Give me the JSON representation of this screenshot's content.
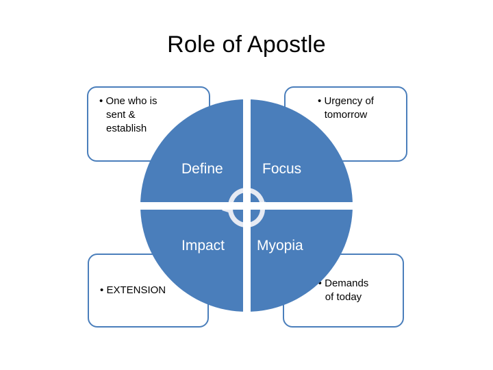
{
  "slide": {
    "title": "Role of Apostle",
    "background_color": "#FFFFFF"
  },
  "theme": {
    "accent_blue": "#4A7EBB",
    "circle_fill": "#4A7EBB",
    "divider_white": "#FFFFFF",
    "box_border": "#4A7EBB",
    "text_black": "#000000",
    "quadrant_text": "#FFFFFF",
    "arrow_tint": "#E4E8F2"
  },
  "diagram": {
    "type": "quadrant-circle",
    "center_icon": "cyclical-arrows-icon",
    "quadrants": [
      {
        "id": "define",
        "label": "Define",
        "position": "top-left"
      },
      {
        "id": "focus",
        "label": "Focus",
        "position": "top-right"
      },
      {
        "id": "impact",
        "label": "Impact",
        "position": "bottom-left"
      },
      {
        "id": "myopia",
        "label": "Myopia",
        "position": "bottom-right"
      }
    ]
  },
  "callouts": [
    {
      "id": "top-left",
      "bullet": "•",
      "lines": [
        "One who is",
        "sent &",
        "establish"
      ],
      "align": "left"
    },
    {
      "id": "top-right",
      "bullet": "•",
      "lines": [
        "Urgency of",
        "tomorrow"
      ],
      "align": "center"
    },
    {
      "id": "bottom-left",
      "bullet": "•",
      "lines": [
        "EXTENSION"
      ],
      "align": "left"
    },
    {
      "id": "bottom-right",
      "bullet": "•",
      "lines": [
        "Demands",
        "of today"
      ],
      "align": "center"
    }
  ]
}
